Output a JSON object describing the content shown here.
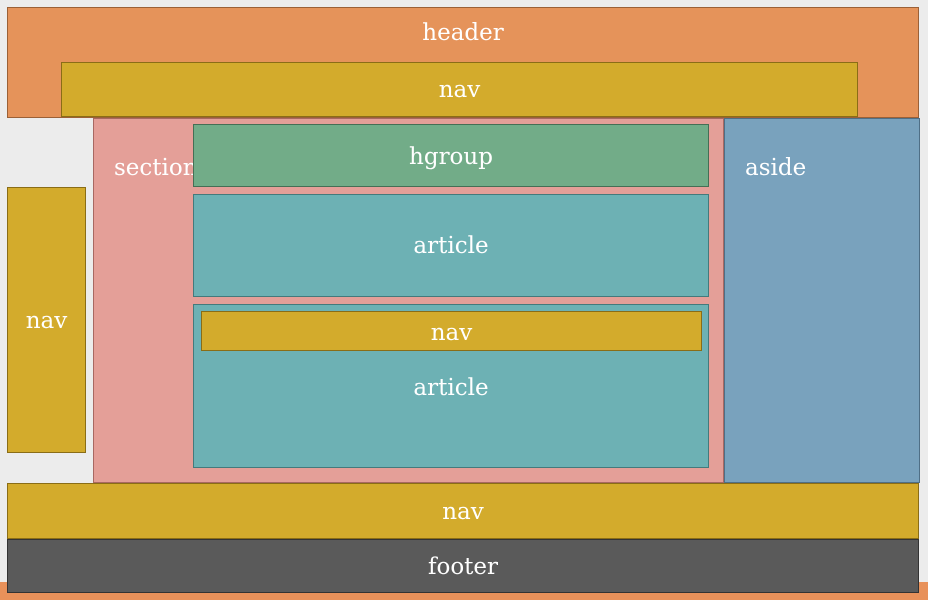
{
  "colors": {
    "background": "#ececec",
    "stripe": "#e8915a",
    "header": "#e5935a",
    "header_border": "#9b6036",
    "nav": "#d3ab2c",
    "nav_border": "#8a6d16",
    "section": "#e49f98",
    "section_border": "#a86862",
    "hgroup": "#72ac88",
    "hgroup_border": "#456f55",
    "article": "#6db1b4",
    "article_border": "#447a7c",
    "aside": "#79a2bd",
    "aside_border": "#4f6f86",
    "footer": "#5a5a5a",
    "footer_border": "#333333",
    "label": "#ffffff"
  },
  "boxes": {
    "header": "header",
    "header_nav": "nav",
    "left_nav": "nav",
    "section": "section",
    "hgroup": "hgroup",
    "article_top": "article",
    "article_bottom": "article",
    "article_nav": "nav",
    "aside": "aside",
    "bottom_nav": "nav",
    "footer": "footer"
  }
}
